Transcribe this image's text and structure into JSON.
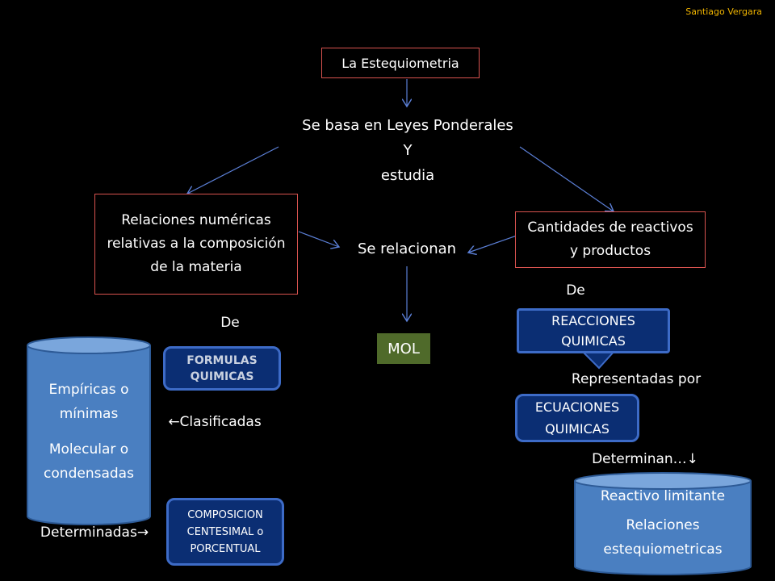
{
  "author": "Santiago Vergara",
  "nodes": {
    "title": "La Estequiometria",
    "basa_line1": "Se basa en Leyes Ponderales",
    "basa_line2": "Y",
    "basa_line3": "estudia",
    "relaciones": "Relaciones numéricas relativas a la composición de la materia",
    "cantidades": "Cantidades de reactivos y productos",
    "se_relacionan": "Se relacionan",
    "mol": "MOL",
    "de_left": "De",
    "de_right": "De",
    "formulas": "FORMULAS QUIMICAS",
    "reacciones": "REACCIONES QUIMICAS",
    "representadas": "Representadas por",
    "ecuaciones": "ECUACIONES QUIMICAS",
    "determinan": "Determinan…↓",
    "clasificadas": "←Clasificadas",
    "determinadas": "Determinadas→",
    "composicion": "COMPOSICION CENTESIMAL o PORCENTUAL",
    "cyl_left_line1": "Empíricas o mínimas",
    "cyl_left_line2": "Molecular o condensadas",
    "cyl_right_line1": "Reactivo limitante",
    "cyl_right_line2": "Relaciones estequiometricas"
  },
  "colors": {
    "background": "#000000",
    "box_border": "#d9534f",
    "arrow": "#5b7fd6",
    "blue_box": "#0b2e73",
    "cylinder": "#4a7fc1",
    "mol": "#4f6a2a",
    "author": "#f0b400"
  }
}
